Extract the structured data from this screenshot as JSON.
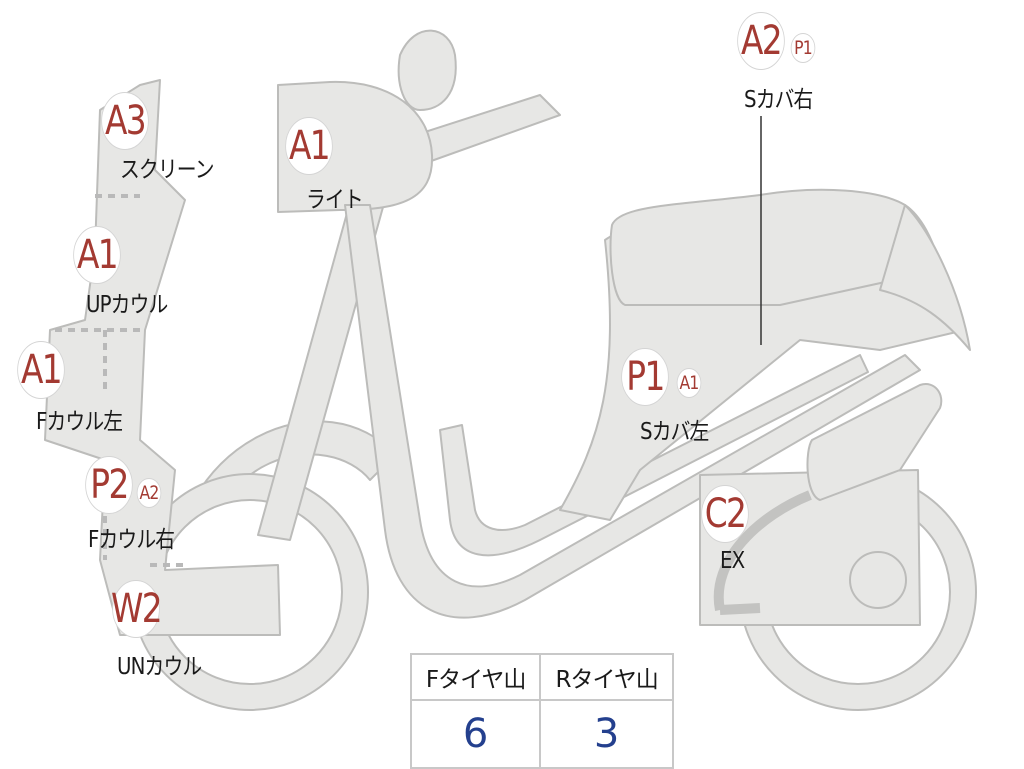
{
  "parts": [
    {
      "code": "A3",
      "sub": "",
      "label": "スクリーン"
    },
    {
      "code": "A1",
      "sub": "",
      "label": "ライト"
    },
    {
      "code": "A1",
      "sub": "",
      "label": "UPカウル"
    },
    {
      "code": "A1",
      "sub": "",
      "label": "Fカウル左"
    },
    {
      "code": "P2",
      "sub": "A2",
      "label": "Fカウル右"
    },
    {
      "code": "W2",
      "sub": "",
      "label": "UNカウル"
    },
    {
      "code": "A2",
      "sub": "P1",
      "label": "Sカバ右"
    },
    {
      "code": "P1",
      "sub": "A1",
      "label": "Sカバ左"
    },
    {
      "code": "C2",
      "sub": "",
      "label": "EX"
    }
  ],
  "tires": {
    "front_label": "Fタイヤ山",
    "rear_label": "Rタイヤ山",
    "front_value": "6",
    "rear_value": "3"
  },
  "colors": {
    "body_fill": "#e7e7e5",
    "outline": "#bcbcba",
    "grade_text": "#a33a32",
    "tire_value": "#24408e"
  }
}
